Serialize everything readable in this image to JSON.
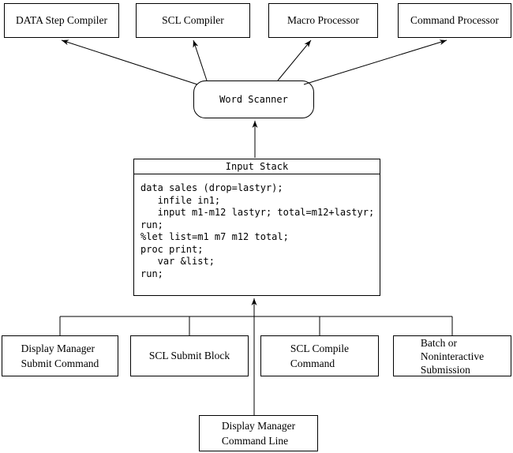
{
  "colors": {
    "background": "#ffffff",
    "line": "#000000",
    "text": "#000000"
  },
  "top_row": [
    {
      "label": "DATA Step Compiler"
    },
    {
      "label": "SCL Compiler"
    },
    {
      "label": "Macro Processor"
    },
    {
      "label": "Command Processor"
    }
  ],
  "word_scanner": {
    "label": "Word Scanner"
  },
  "input_stack": {
    "title": "Input Stack",
    "code_lines": [
      "data sales (drop=lastyr);",
      "   infile in1;",
      "   input m1-m12 lastyr; total=m12+lastyr;",
      "run;",
      "%let list=m1 m7 m12 total;",
      "proc print;",
      "   var &list;",
      "run;"
    ]
  },
  "bottom_row": [
    {
      "line1": "Display Manager",
      "line2": "Submit Command"
    },
    {
      "line1": "SCL Submit Block"
    },
    {
      "line1": "SCL Compile",
      "line2": "Command"
    },
    {
      "line1": "Batch or",
      "line2": "Noninteractive",
      "line3": "Submission"
    }
  ],
  "command_line_box": {
    "line1": "Display Manager",
    "line2": "Command Line"
  }
}
